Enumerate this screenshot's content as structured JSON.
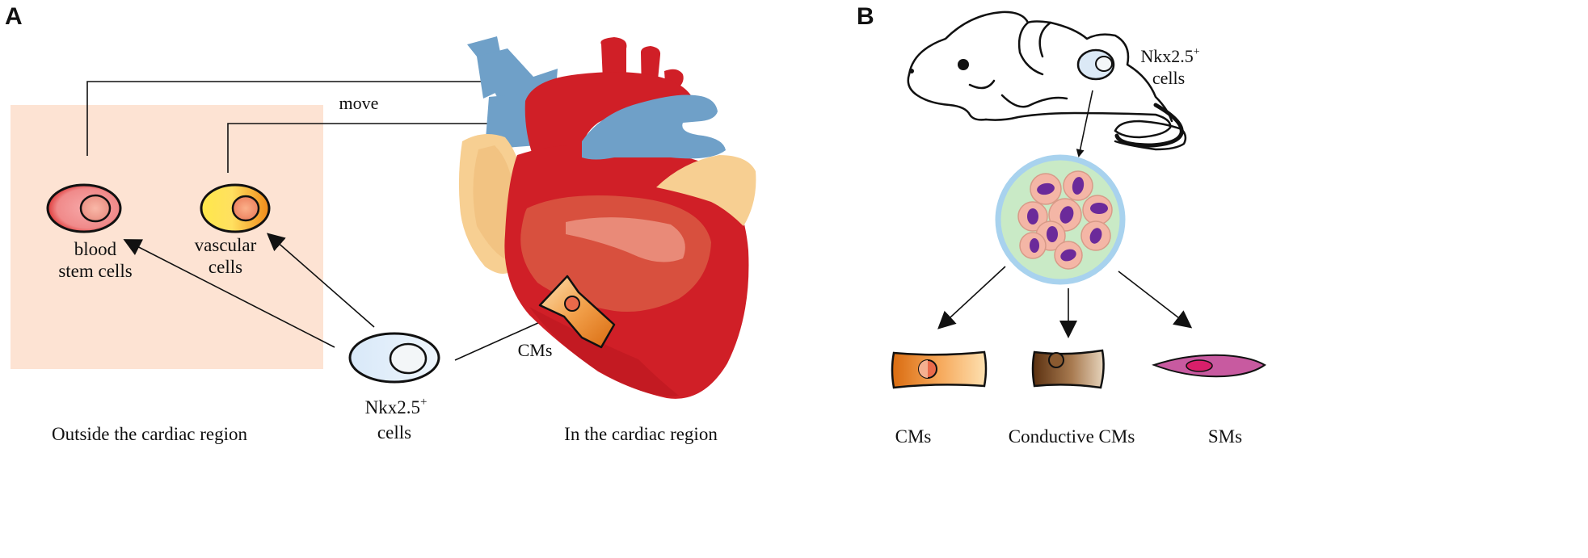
{
  "panels": {
    "a": "A",
    "b": "B"
  },
  "panel_a": {
    "blood_line1": "blood",
    "blood_line2": "stem cells",
    "vascular_line1": "vascular",
    "vascular_line2": "cells",
    "move": "move",
    "nkx_line1": "Nkx2.5",
    "nkx_sup": "+",
    "nkx_line2": "cells",
    "cms": "CMs",
    "outside": "Outside the cardiac region",
    "inside": "In the cardiac region"
  },
  "panel_b": {
    "nkx_line1": "Nkx2.5",
    "nkx_sup": "+",
    "nkx_line2": "cells",
    "cms": "CMs",
    "conductive": "Conductive CMs",
    "sms": "SMs"
  },
  "colors": {
    "outside_region": "#fde3d3",
    "heart_red": "#d01f27",
    "heart_dark": "#c41a22",
    "vessel_blue": "#6fa0c8",
    "atrium_tan": "#f7cf92",
    "dish_blue": "#a8d2ee",
    "dish_green": "#c9eac6",
    "cell_pink": "#f4b6a6",
    "nucleus_purple": "#6b2a9a",
    "sm_pink": "#c85aa0"
  }
}
